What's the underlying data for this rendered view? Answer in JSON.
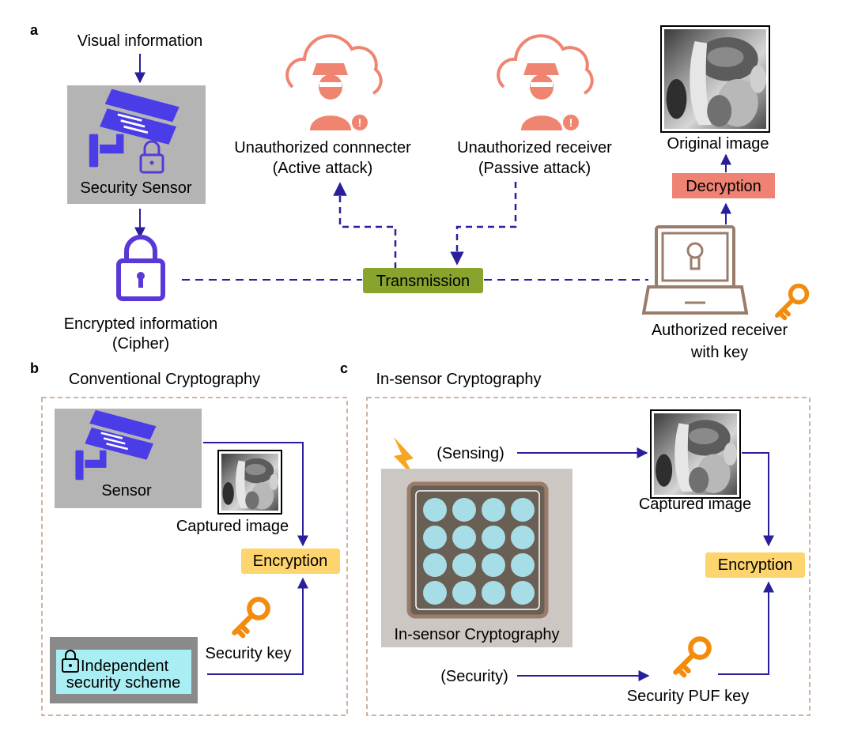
{
  "colors": {
    "arrow": "#2a1f9a",
    "sensor_blue": "#4a3de8",
    "lock_purple": "#5a38d8",
    "attacker_salmon": "#ef8570",
    "transmission_green": "#88a42c",
    "decryption_red": "#ef8272",
    "encryption_yellow": "#fdd46e",
    "key_orange": "#f28c0f",
    "laptop_brown": "#9a7c6b",
    "gray_box": "#b4b4b4",
    "dashed_border": "#c49a80",
    "dot_cyan": "#a7dde6",
    "chip_dark": "#6a5f55",
    "scheme_cyan": "#a8eef2"
  },
  "panel_a": {
    "letter": "a",
    "visual_information": "Visual information",
    "security_sensor": "Security Sensor",
    "encrypted_information": "Encrypted information",
    "cipher": "(Cipher)",
    "unauthorized_connecter": "Unauthorized connnecter",
    "active_attack": "(Active attack)",
    "unauthorized_receiver": "Unauthorized receiver",
    "passive_attack": "(Passive attack)",
    "transmission": "Transmission",
    "original_image": "Original image",
    "decryption": "Decryption",
    "authorized_receiver": "Authorized receiver",
    "with_key": "with key"
  },
  "panel_b": {
    "letter": "b",
    "title": "Conventional Cryptography",
    "sensor": "Sensor",
    "captured_image": "Captured image",
    "encryption": "Encryption",
    "security_key": "Security key",
    "independent": "Independent",
    "security_scheme": "security scheme"
  },
  "panel_c": {
    "letter": "c",
    "title": "In-sensor Cryptography",
    "sensing": "(Sensing)",
    "captured_image": "Captured image",
    "chip_label": "In-sensor Cryptography",
    "encryption": "Encryption",
    "security": "(Security)",
    "security_puf_key": "Security PUF key"
  }
}
